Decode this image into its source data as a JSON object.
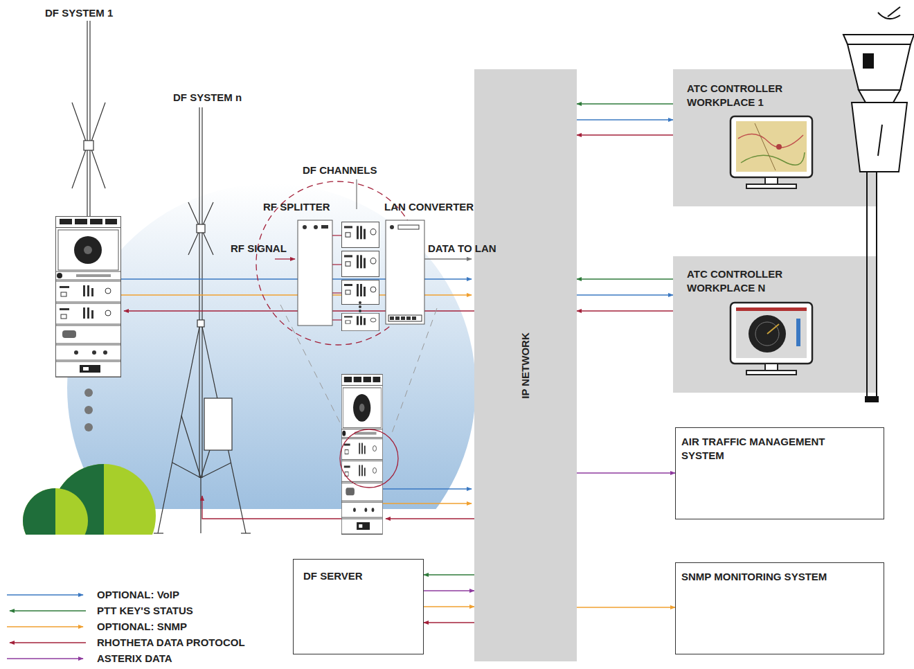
{
  "diagram": {
    "nodes": [
      {
        "text": [
          "IP NETWORK"
        ]
      },
      {
        "text": [
          "ATC CONTROLLER WORKPLACE 1"
        ]
      },
      {
        "text": [
          "ATC CONTROLLER WORKPLACE N"
        ]
      },
      {
        "text": [
          "AIR TRAFFIC MANAGEMENT SYSTEM"
        ]
      },
      {
        "text": [
          "SNMP MONITORING SYSTEM"
        ]
      },
      {
        "text": [
          "DF SERVER"
        ]
      }
    ],
    "edges": [
      {
        "from": 1,
        "to": 0,
        "arrow": "to"
      },
      {
        "from": 0,
        "to": 1,
        "arrow": "to"
      },
      {
        "from": 1,
        "to": 0,
        "arrow": "to"
      },
      {
        "from": 2,
        "to": 0,
        "arrow": "to"
      },
      {
        "from": 0,
        "to": 2,
        "arrow": "to"
      },
      {
        "from": 2,
        "to": 0,
        "arrow": "to"
      },
      {
        "from": 0,
        "to": 3,
        "arrow": "to"
      },
      {
        "from": 0,
        "to": 4,
        "arrow": "to"
      },
      {
        "from": 0,
        "to": 5,
        "arrow": "to"
      },
      {
        "from": 5,
        "to": 0,
        "arrow": "to"
      },
      {
        "from": 5,
        "to": 0,
        "arrow": "to"
      },
      {
        "from": 0,
        "to": 5,
        "arrow": "to"
      }
    ],
    "labels": [
      "DF SYSTEM 1",
      "DF SYSTEM n",
      "DF CHANNELS",
      "RF SPLITTER",
      "LAN CONVERTER",
      "RF SIGNAL",
      "DATA TO LAN"
    ],
    "legend": [
      {
        "text": "OPTIONAL: VoIP"
      },
      {
        "text": "PTT KEY'S STATUS"
      },
      {
        "text": "OPTIONAL: SNMP"
      },
      {
        "text": "RHOTHETA DATA PROTOCOL"
      },
      {
        "text": "ASTERIX DATA"
      }
    ]
  }
}
